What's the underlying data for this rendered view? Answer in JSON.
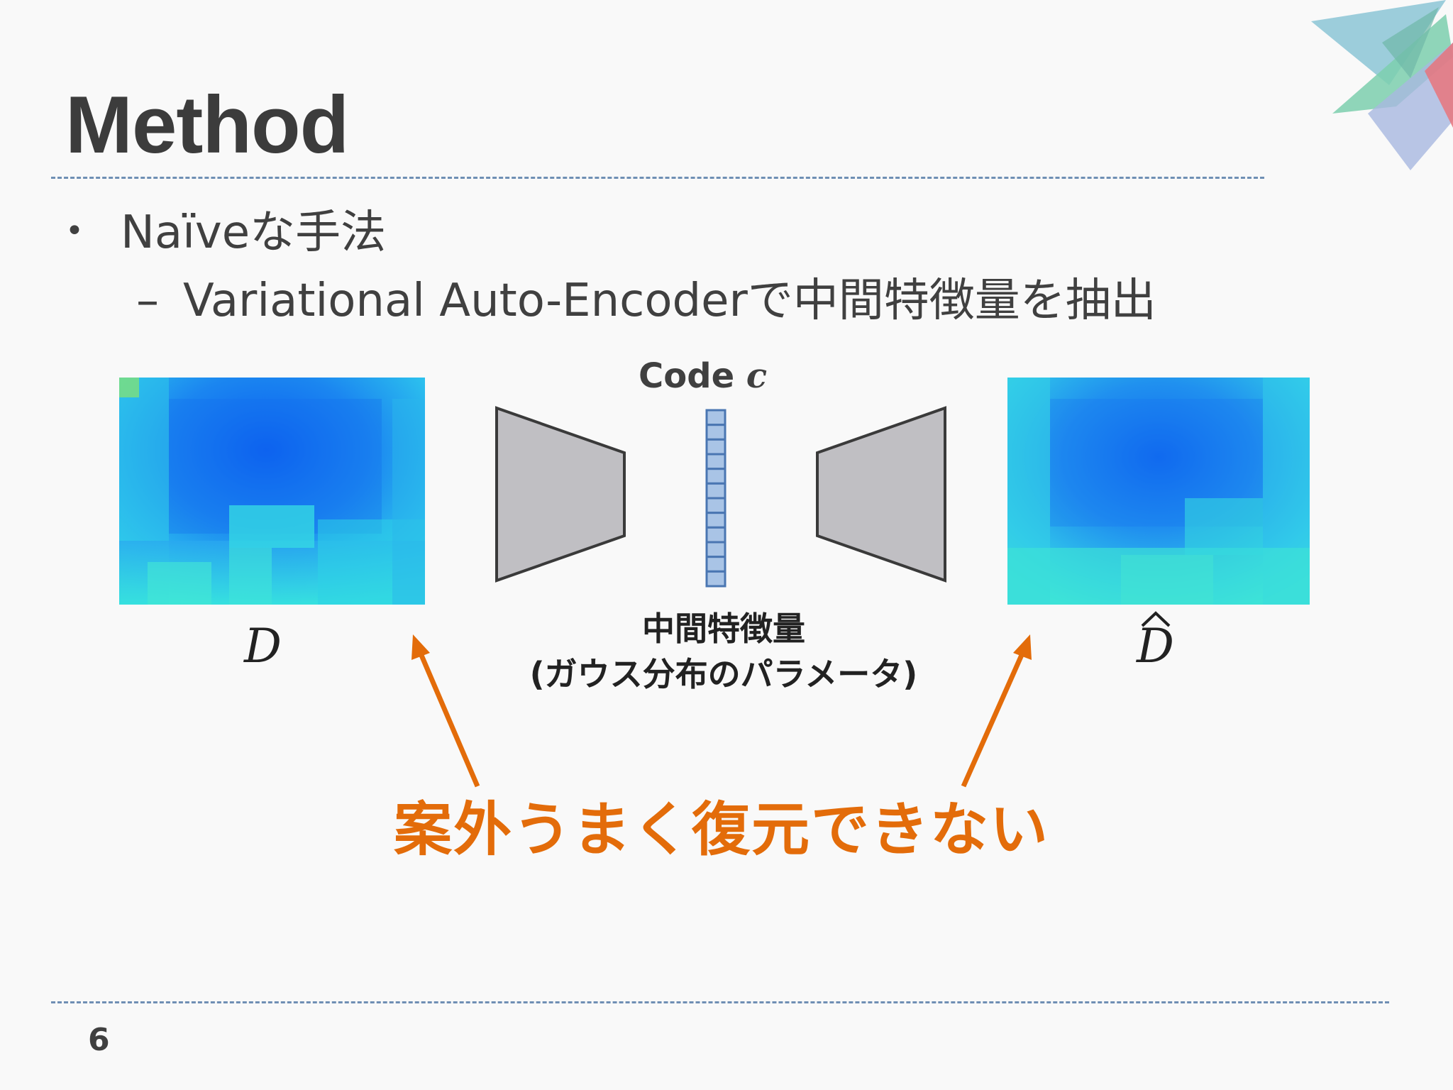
{
  "slide": {
    "title": "Method",
    "bullet_symbol": "•",
    "bullet_1": "Naïveな手法",
    "sub_symbol": "–",
    "bullet_2": "Variational Auto-Encoderで中間特徴量を抽出",
    "page_number": "6"
  },
  "diagram": {
    "code_label": "Code",
    "code_variable": "c",
    "input_label": "D",
    "output_label": "D",
    "feature_label_line1": "中間特徴量",
    "feature_label_line2": "(ガウス分布のパラメータ)",
    "callout": "案外うまく復元できない",
    "latent_cell_count": 12
  },
  "colors": {
    "accent_orange": "#e36c0a",
    "rule_blue": "#6f8fb4",
    "latent_fill": "#a9c4e6",
    "latent_stroke": "#4a76b2",
    "trapezoid_fill": "#c0bfc3"
  }
}
